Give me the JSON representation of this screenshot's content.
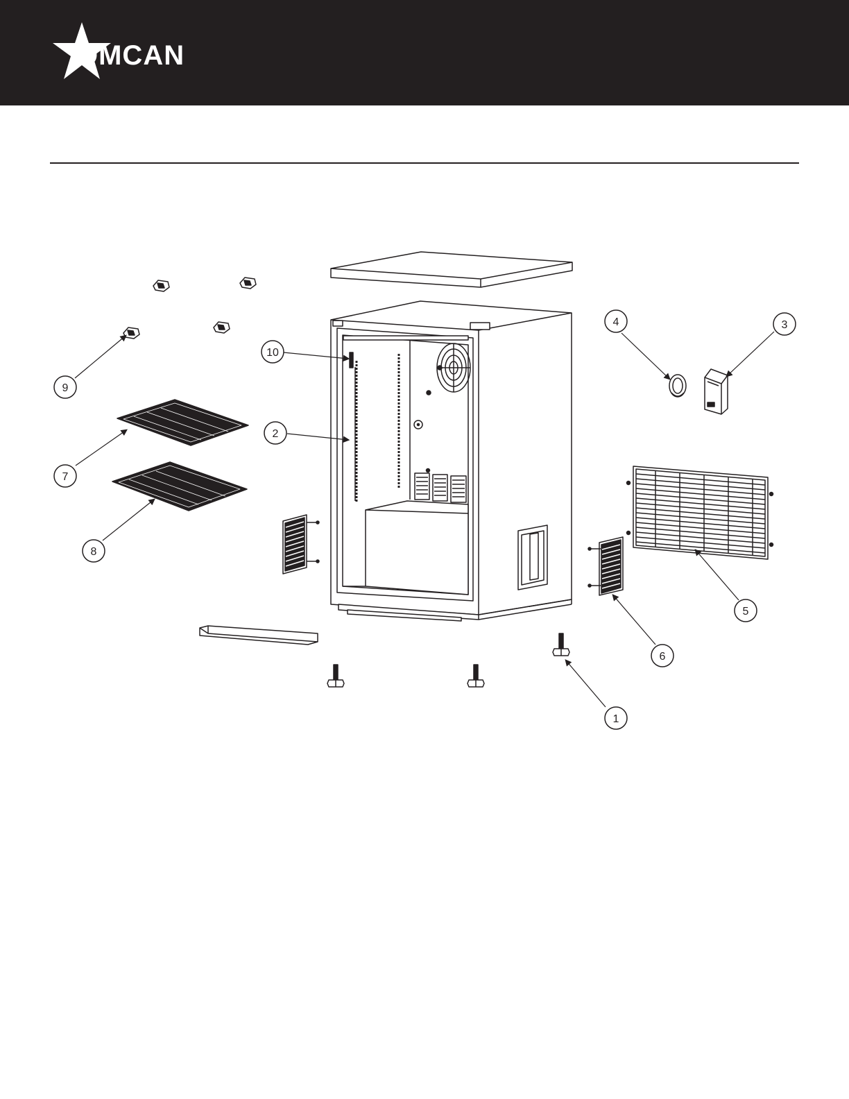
{
  "brand": {
    "logo_text": "OMCAN",
    "colors": {
      "header_bg": "#231f20",
      "logo_fg": "#ffffff",
      "line": "#231f20"
    },
    "logo_icon": "star-icon"
  },
  "diagram": {
    "type": "exploded-parts-view",
    "callouts": [
      {
        "id": "callout-1",
        "label": "1"
      },
      {
        "id": "callout-2",
        "label": "2"
      },
      {
        "id": "callout-3",
        "label": "3"
      },
      {
        "id": "callout-4",
        "label": "4"
      },
      {
        "id": "callout-5",
        "label": "5"
      },
      {
        "id": "callout-6",
        "label": "6"
      },
      {
        "id": "callout-7",
        "label": "7"
      },
      {
        "id": "callout-8",
        "label": "8"
      },
      {
        "id": "callout-9",
        "label": "9"
      },
      {
        "id": "callout-10",
        "label": "10"
      }
    ]
  }
}
